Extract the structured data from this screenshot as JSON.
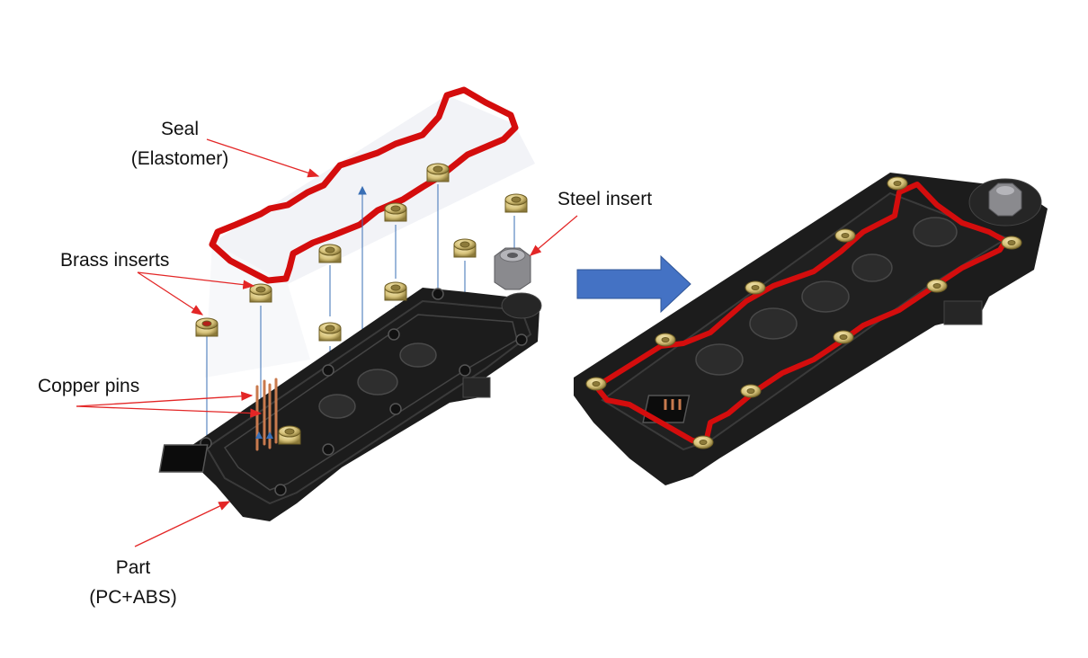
{
  "labels": {
    "seal": "Seal",
    "seal_material": "(Elastomer)",
    "steel_insert": "Steel insert",
    "brass_inserts": "Brass inserts",
    "copper_pins": "Copper pins",
    "part": "Part",
    "part_material": "(PC+ABS)"
  },
  "colors": {
    "seal": "#d40d0d",
    "part_body": "#1c1c1c",
    "brass": "#d6c27a",
    "steel": "#8a8a8e",
    "copper": "#c87a4e",
    "leader_line": "#e32626",
    "arrow": "#4472c4",
    "guide_line": "#3a6fb5"
  },
  "icons": {
    "transition": "right-arrow-icon"
  }
}
